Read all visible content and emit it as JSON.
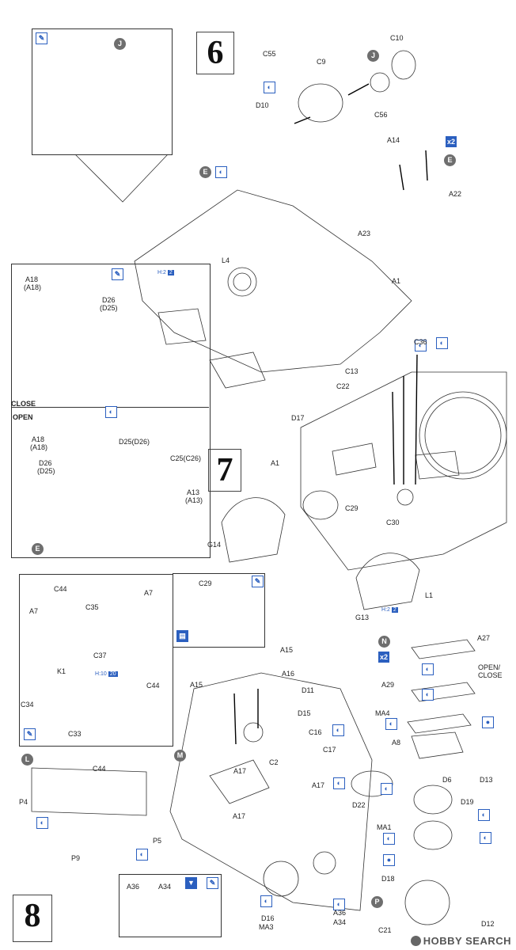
{
  "steps": {
    "s6": "6",
    "s7": "7",
    "s8": "8"
  },
  "circles": {
    "J1": "J",
    "J2": "J",
    "E1": "E",
    "E2": "E",
    "E3": "E",
    "L": "L",
    "M": "M",
    "N": "N",
    "P": "P"
  },
  "multipliers": {
    "x2a": "x2",
    "x2b": "x2"
  },
  "captions": {
    "close": "CLOSE",
    "open": "OPEN",
    "open_close": "OPEN/\nCLOSE"
  },
  "qty_rows": [
    {
      "h": "H",
      "n": "2",
      "box": "2"
    },
    {
      "h": "H",
      "n": "2",
      "box": "2"
    },
    {
      "h": "H",
      "n": "10",
      "box": "20"
    }
  ],
  "icons": {
    "glue": "glue-icon",
    "rotate": "movable-part-icon",
    "paint": "paint-icon",
    "drill": "drill-icon",
    "align": "align-icon"
  },
  "colors": {
    "accent": "#2b5fbf",
    "circle": "#6e6e6e"
  },
  "parts": {
    "C55": "C55",
    "C9": "C9",
    "C10": "C10",
    "D10": "D10",
    "C56": "C56",
    "A14": "A14",
    "A22": "A22",
    "A23": "A23",
    "L4": "L4",
    "A1a": "A1",
    "A18": "A18",
    "A18p": "(A18)",
    "D26": "D26",
    "D25p": "(D25)",
    "A18b": "A18",
    "A18bp": "(A18)",
    "D26b": "D26",
    "D25bp": "(D25)",
    "D25D26": "D25(D26)",
    "C25C26": "C25(C26)",
    "A13": "A13",
    "A13p": "(A13)",
    "C36": "C36",
    "C13": "C13",
    "C22": "C22",
    "D17": "D17",
    "A1b": "A1",
    "C29a": "C29",
    "C30": "C30",
    "G14": "G14",
    "C29b": "C29",
    "G13": "G13",
    "L1": "L1",
    "A27": "A27",
    "A29": "A29",
    "MA4": "MA4",
    "A8": "A8",
    "C44a": "C44",
    "A7a": "A7",
    "A7b": "A7",
    "C35": "C35",
    "C37": "C37",
    "K1": "K1",
    "C44b": "C44",
    "C34": "C34",
    "C33": "C33",
    "C44c": "C44",
    "P4": "P4",
    "P9": "P9",
    "P5": "P5",
    "A15a": "A15",
    "A15b": "A15",
    "A16": "A16",
    "D11": "D11",
    "D15": "D15",
    "C16": "C16",
    "C17": "C17",
    "A17a": "A17",
    "C2": "C2",
    "A17b": "A17",
    "A17c": "A17",
    "D22": "D22",
    "D6": "D6",
    "D13": "D13",
    "D19": "D19",
    "MA1": "MA1",
    "D18": "D18",
    "D16": "D16",
    "MA3": "MA3",
    "A36a": "A36",
    "A34a": "A34",
    "A36b": "A36",
    "A34b": "A34",
    "C21": "C21",
    "D12": "D12"
  },
  "watermark": "HOBBY SEARCH"
}
